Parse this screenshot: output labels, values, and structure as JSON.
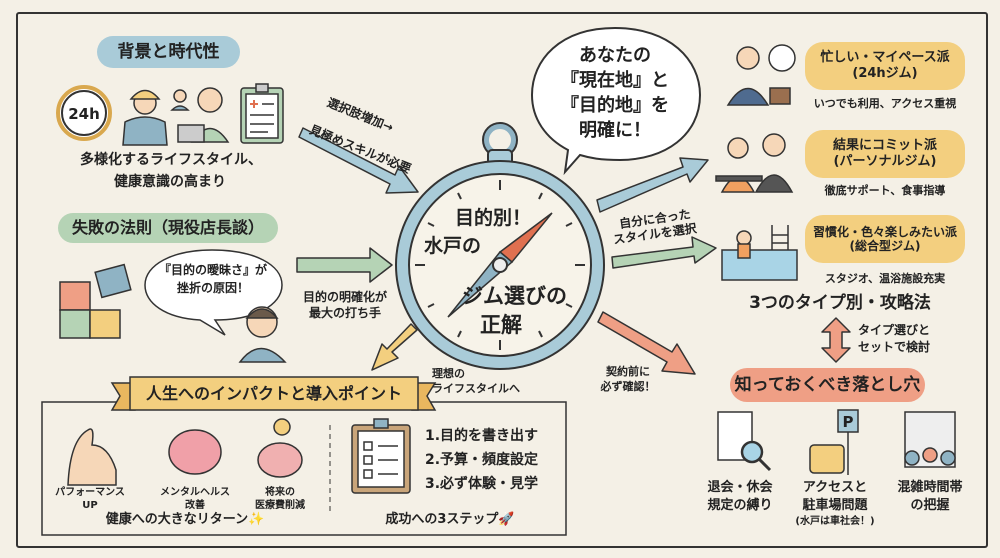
{
  "colors": {
    "background": "#f4f0e6",
    "blue": "#a9cbd8",
    "green": "#b5d3b5",
    "yellow": "#f3cf7f",
    "orange": "#ef9f85",
    "needle": "#e07050"
  },
  "background": {
    "title": "背景と時代性",
    "text_line1": "多様化するライフスタイル、",
    "text_line2": "健康意識の高まり",
    "icons": [
      "clock-24h-icon",
      "workers-icon",
      "medical-clipboard-icon"
    ]
  },
  "failure": {
    "title": "失敗の法則（現役店長談）",
    "bubble_line1": "『目的の曖昧さ』が",
    "bubble_line2": "挫折の原因！"
  },
  "arrows": {
    "choice_line1": "選択肢増加→",
    "choice_line2": "見極めスキルが必要",
    "purpose_line1": "目的の明確化が",
    "purpose_line2": "最大の打ち手",
    "style_line1": "自分に合った",
    "style_line2": "スタイルを選択",
    "contract_line1": "契約前に",
    "contract_line2": "必ず確認！",
    "ideal_line1": "理想の",
    "ideal_line2": "ライフスタイルへ"
  },
  "compass": {
    "line1": "目的別！",
    "line2": "水戸の",
    "line3": "ジム選びの",
    "line4": "正解"
  },
  "callout": {
    "line1": "あなたの",
    "line2": "『現在地』と",
    "line3": "『目的地』を",
    "line4": "明確に！"
  },
  "types": {
    "items": [
      {
        "title_line1": "忙しい・マイペース派",
        "title_line2": "(24hジム)",
        "desc": "いつでも利用、アクセス重視"
      },
      {
        "title_line1": "結果にコミット派",
        "title_line2": "(パーソナルジム)",
        "desc": "徹底サポート、食事指導"
      },
      {
        "title_line1": "習慣化・色々楽しみたい派",
        "title_line2": "(総合型ジム)",
        "desc": "スタジオ、温浴施設充実"
      }
    ],
    "heading": "3つのタイプ別・攻略法",
    "link_line1": "タイプ選びと",
    "link_line2": "セットで検討"
  },
  "pitfalls": {
    "title": "知っておくべき落とし穴",
    "items": [
      {
        "line1": "退会・休会",
        "line2": "規定の縛り",
        "note": ""
      },
      {
        "line1": "アクセスと",
        "line2": "駐車場問題",
        "note": "(水戸は車社会！)"
      },
      {
        "line1": "混雑時間帯",
        "line2": "の把握",
        "note": ""
      }
    ]
  },
  "impact": {
    "banner": "人生へのインパクトと導入ポイント",
    "benefits": [
      {
        "line1": "パフォーマンス",
        "line2": "UP"
      },
      {
        "line1": "メンタルヘルス",
        "line2": "改善"
      },
      {
        "line1": "将来の",
        "line2": "医療費削減"
      }
    ],
    "benefits_caption": "健康への大きなリターン✨",
    "steps": [
      "1.目的を書き出す",
      "2.予算・頻度設定",
      "3.必ず体験・見学"
    ],
    "steps_caption": "成功への3ステップ🚀"
  }
}
